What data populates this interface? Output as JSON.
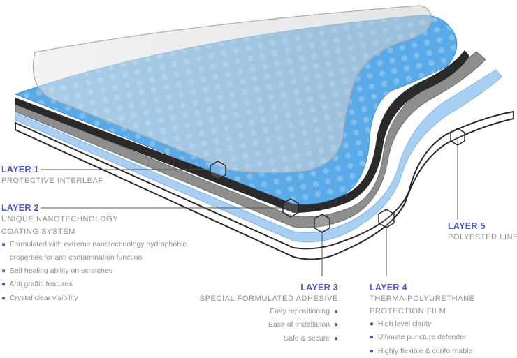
{
  "layers": [
    {
      "title": "LAYER 1",
      "subtitle": [
        "PROTECTIVE INTERLEAF"
      ],
      "bullets": []
    },
    {
      "title": "LAYER 2",
      "subtitle": [
        "UNIQUE NANOTECHNOLOGY",
        "COATING SYSTEM"
      ],
      "bullets": [
        "Formulated with extreme nanotechnology hydrophobic",
        "properties for anti contamination function",
        "Self healing ability on scratches",
        "Anti graffiti features",
        "Crystal clear visibility"
      ]
    },
    {
      "title": "LAYER 3",
      "subtitle": [
        "SPECIAL FORMULATED ADHESIVE"
      ],
      "bullets": [
        "Easy repositioning",
        "Ease of installation",
        "Safe & secure"
      ]
    },
    {
      "title": "LAYER 4",
      "subtitle": [
        "THERMA-POLYURETHANE",
        "PROTECTION FILM"
      ],
      "bullets": [
        "High level clarity",
        "Ultimate puncture defender",
        "Highly flexible & conformable"
      ]
    },
    {
      "title": "LAYER 5",
      "subtitle": [
        "POLYESTER LINER"
      ],
      "bullets": []
    }
  ],
  "colors": {
    "accent": "#4a55c9",
    "film_blue": "#5aaae8",
    "adhesive_gray": "#8e8e8e",
    "interleaf": "#d8d8d8",
    "liner": "#2a2a2a"
  }
}
